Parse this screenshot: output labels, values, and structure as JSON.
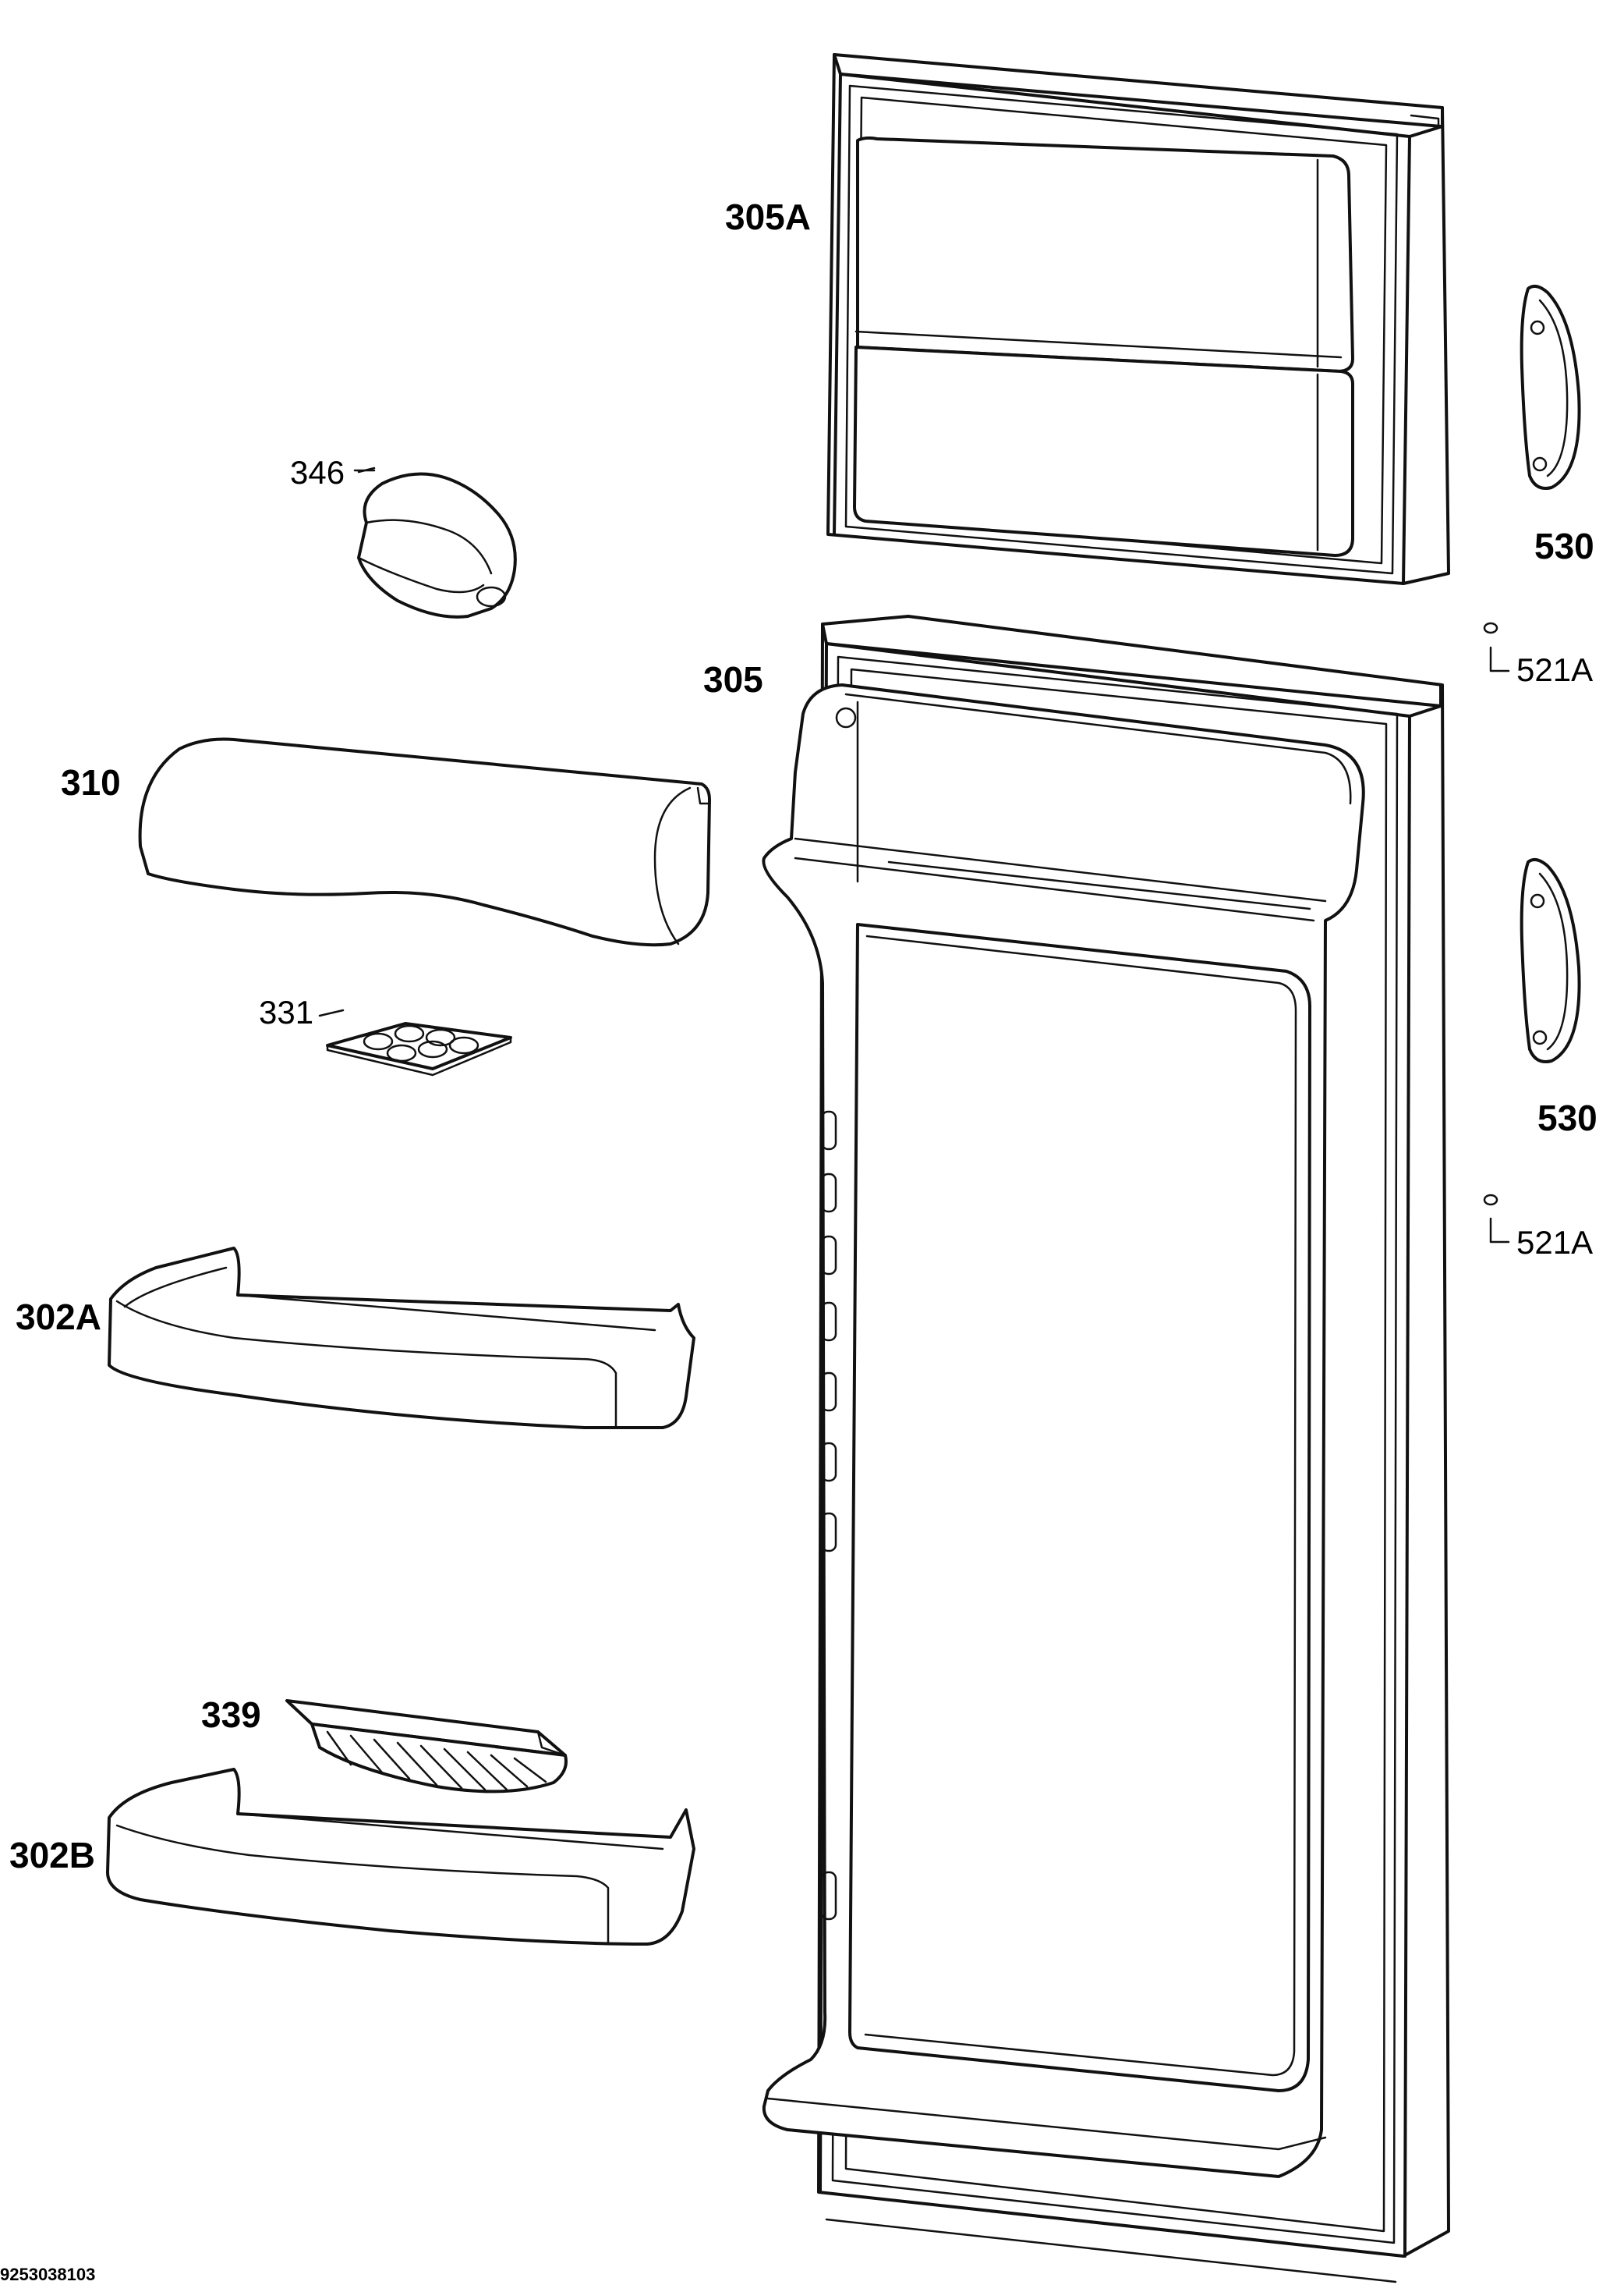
{
  "labels": {
    "p305A": "305A",
    "p346": "346",
    "p530_top": "530",
    "p521A_top": "521A",
    "p305": "305",
    "p310": "310",
    "p331": "331",
    "p530_bottom": "530",
    "p521A_bottom": "521A",
    "p302A": "302A",
    "p339": "339",
    "p302B": "302B"
  },
  "footer": {
    "doc_number": "9253038103"
  }
}
